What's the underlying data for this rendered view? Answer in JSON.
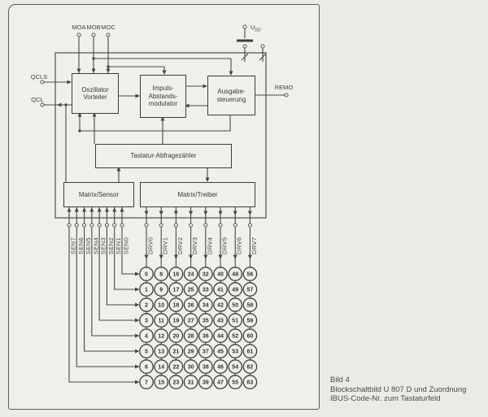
{
  "diagram": {
    "pins_top": {
      "moa": "MOA",
      "mob": "MOB",
      "moc": "MOC"
    },
    "power": {
      "base": "U",
      "sub": "DD"
    },
    "pins_left": {
      "qcls": "QCLS",
      "qcl": "QCL"
    },
    "pins_right": {
      "remo": "REMO"
    },
    "blocks": {
      "oszillator": {
        "line1": "Oszillator",
        "line2": "Vorteiler"
      },
      "impuls": {
        "line1": "Impuls-",
        "line2": "Abstands-",
        "line3": "modulator"
      },
      "ausgabe": {
        "line1": "Ausgabe-",
        "line2": "steuerung"
      },
      "zaehler": {
        "label": "Tastatur-Abfragezähler"
      },
      "sensor": {
        "label": "Matrix/Sensor"
      },
      "treiber": {
        "label": "Matrix/Treiber"
      }
    },
    "sen_pins": [
      "SEN7",
      "SEN6",
      "SEN5",
      "SEN4",
      "SEN3",
      "SEN2",
      "SEN1",
      "SEN0"
    ],
    "drv_pins": [
      "DRV0",
      "DRV1",
      "DRV2",
      "DRV3",
      "DRV4",
      "DRV5",
      "DRV6",
      "DRV7"
    ],
    "matrix_rows": [
      [
        0,
        8,
        16,
        24,
        32,
        40,
        48,
        56
      ],
      [
        1,
        9,
        17,
        25,
        33,
        41,
        49,
        57
      ],
      [
        2,
        10,
        18,
        26,
        34,
        42,
        50,
        58
      ],
      [
        3,
        11,
        19,
        27,
        35,
        43,
        51,
        59
      ],
      [
        4,
        12,
        20,
        28,
        36,
        44,
        52,
        60
      ],
      [
        5,
        13,
        21,
        29,
        37,
        45,
        53,
        61
      ],
      [
        6,
        14,
        22,
        30,
        38,
        46,
        54,
        62
      ],
      [
        7,
        15,
        23,
        31,
        39,
        47,
        55,
        63
      ]
    ]
  },
  "caption": {
    "line1": "Bild 4",
    "line2": "Blockschaltbild U 807 D und Zuordnung",
    "line3": "IBUS-Code-Nr. zum Tastaturfeld"
  }
}
